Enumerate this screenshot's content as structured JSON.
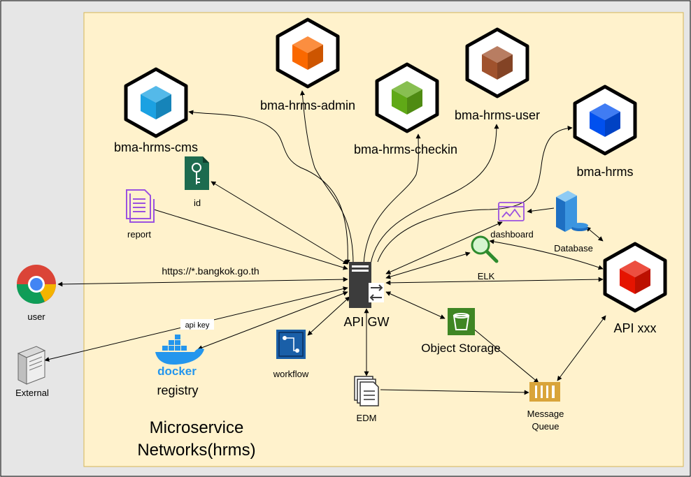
{
  "zone": {
    "title_line1": "Microservice",
    "title_line2": "Networks(hrms)",
    "fill": "#fff2cc",
    "stroke": "#d6b656"
  },
  "services": {
    "cms": {
      "label": "bma-hrms-cms",
      "color": "#1ba1e2"
    },
    "admin": {
      "label": "bma-hrms-admin",
      "color": "#fa6800"
    },
    "checkin": {
      "label": "bma-hrms-checkin",
      "color": "#60a917"
    },
    "user": {
      "label": "bma-hrms-user",
      "color": "#a0522d"
    },
    "hrms": {
      "label": "bma-hrms",
      "color": "#0050ef"
    },
    "apixxx": {
      "label": "API xxx",
      "color": "#e51400"
    }
  },
  "nodes": {
    "id": "id",
    "report": "report",
    "dashboard": "dashboard",
    "database": "Database",
    "elk": "ELK",
    "gateway": "API GW",
    "object_storage": "Object Storage",
    "workflow": "workflow",
    "edm": "EDM",
    "mq_line1": "Message",
    "mq_line2": "Queue",
    "registry": "registry",
    "docker_word": "docker",
    "api_key": "api key",
    "user": "user",
    "external": "External",
    "domain_url": "https://*.bangkok.go.th"
  }
}
